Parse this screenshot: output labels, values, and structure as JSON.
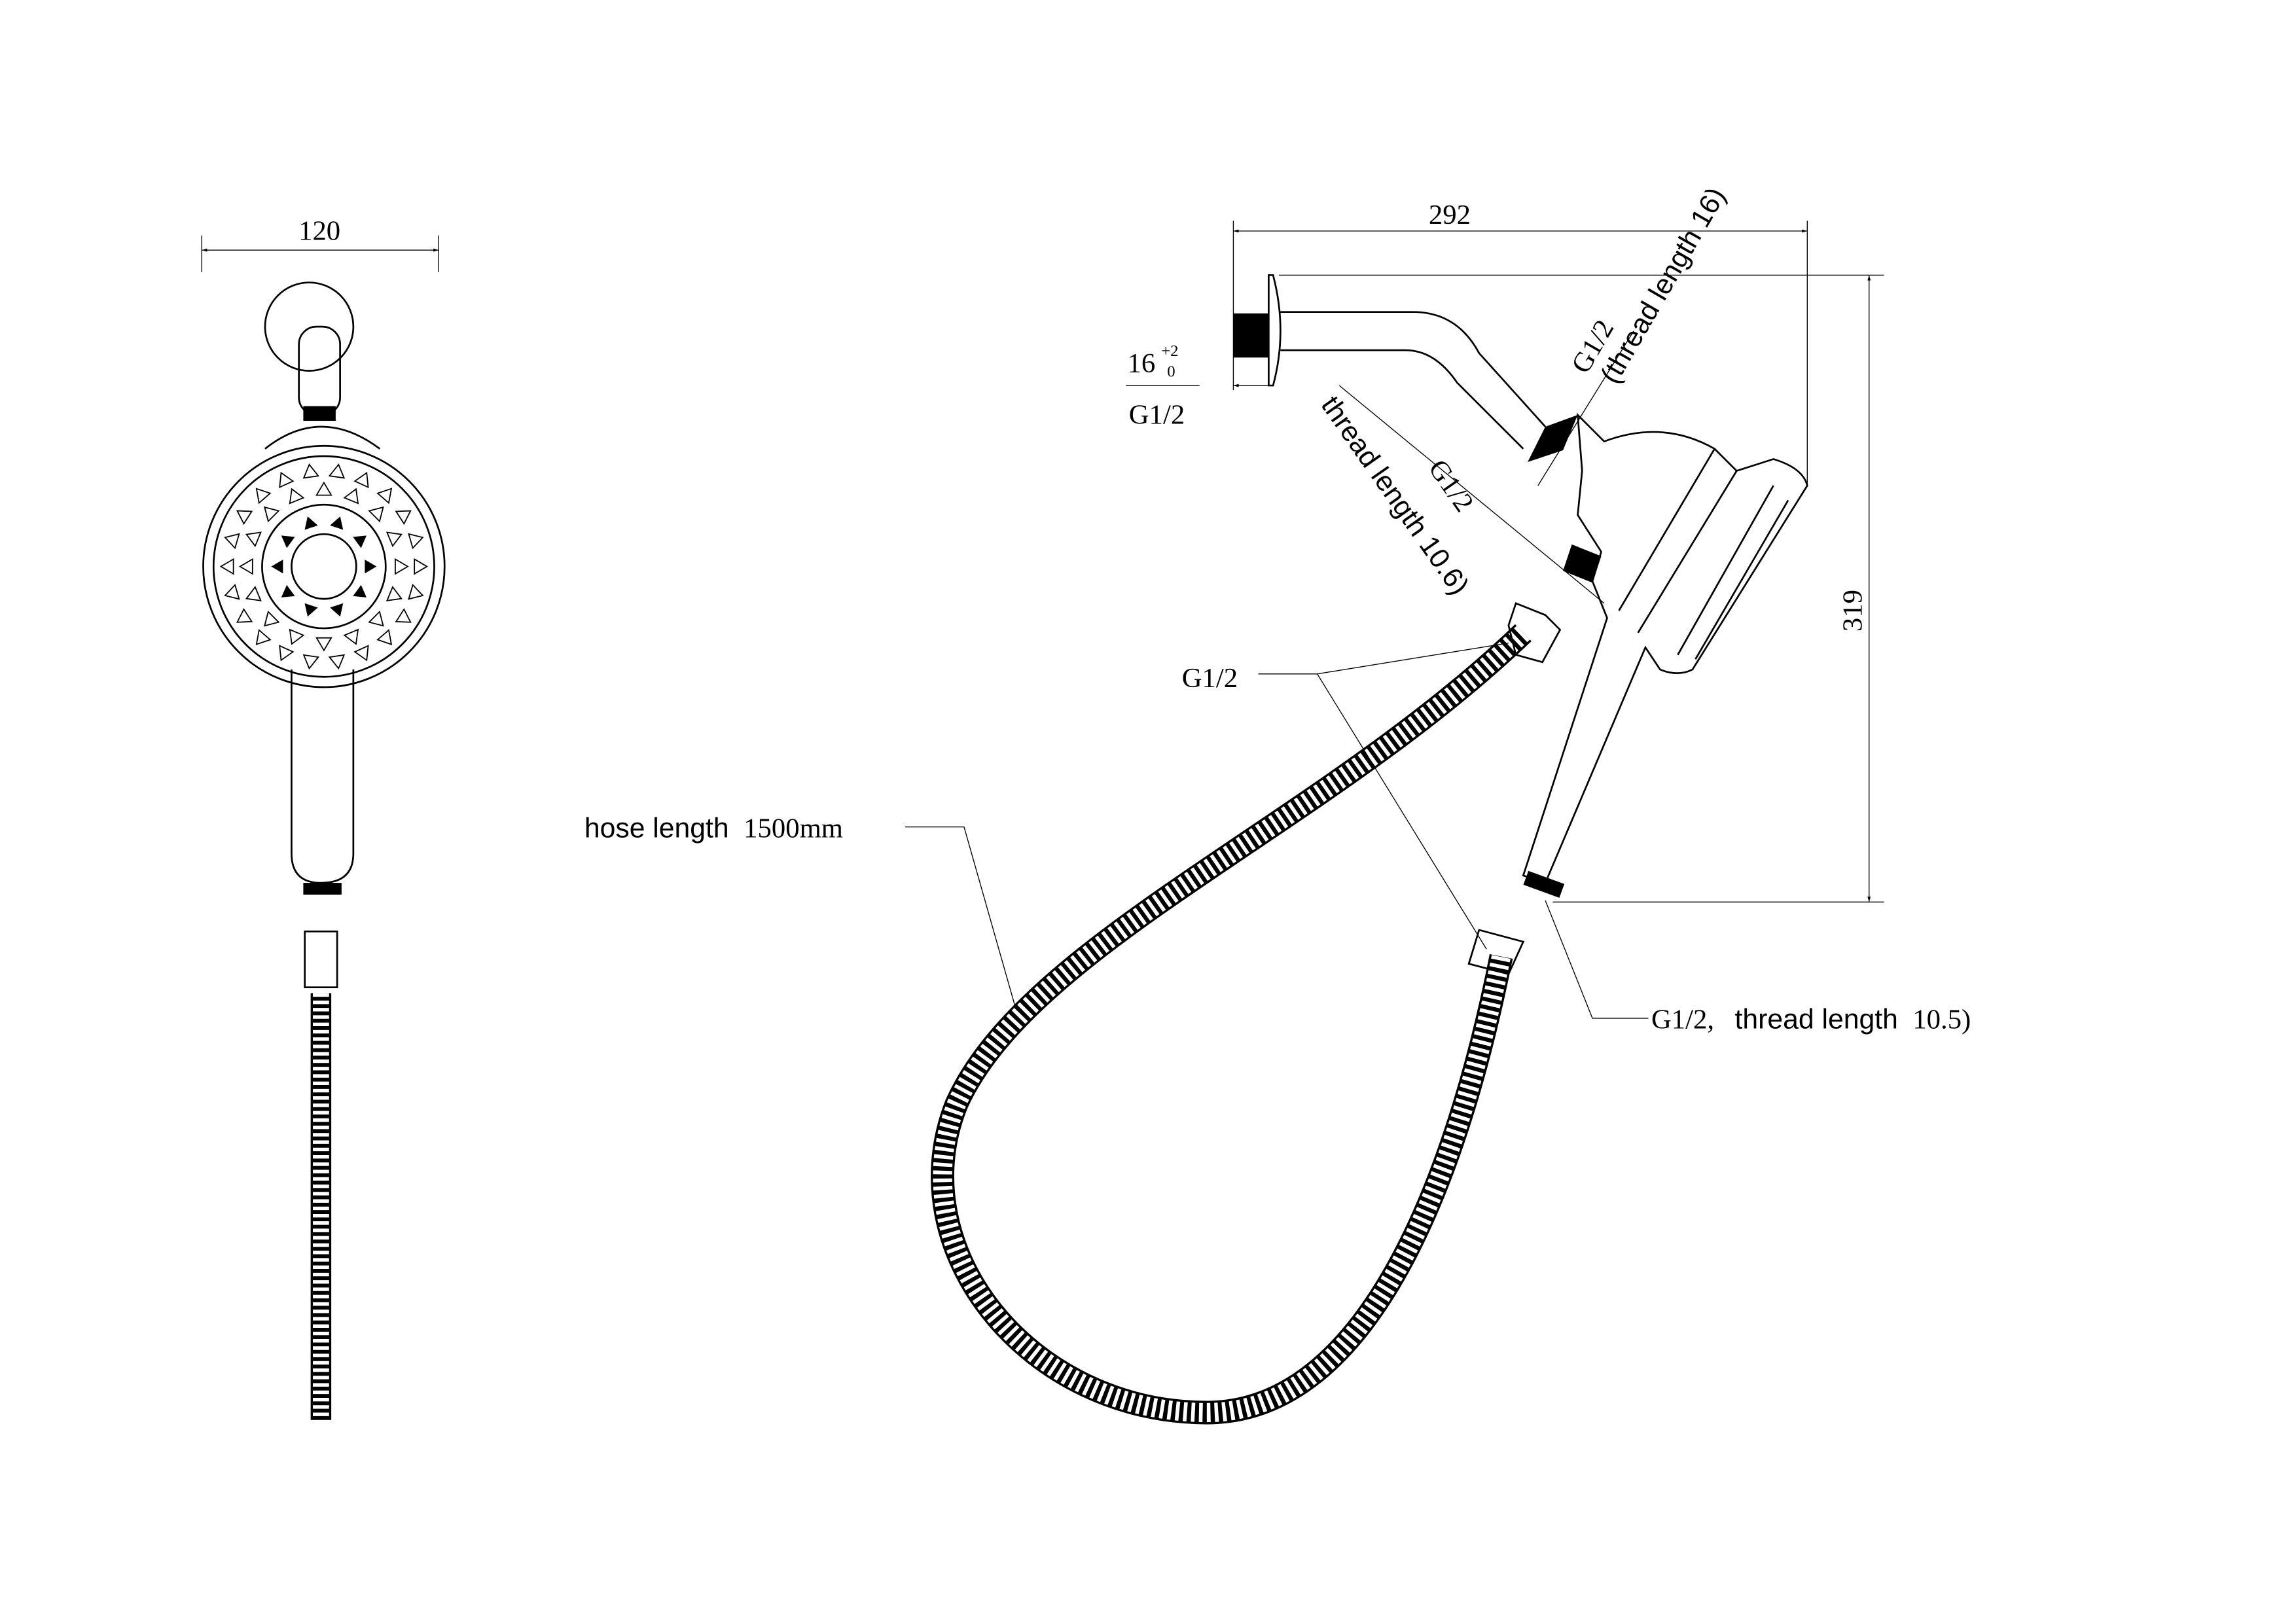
{
  "front_view": {
    "width_dim": "120"
  },
  "side_view": {
    "arm_length_dim": "292",
    "height_dim": "319",
    "wall_thread_depth": "16",
    "wall_thread_tol_upper": "+2",
    "wall_thread_tol_lower": "0",
    "wall_thread_size": "G1/2",
    "arm_outlet_thread": "G1/2",
    "arm_outlet_thread_note": "(thread length 16)",
    "mount_inlet_thread": "G1/2",
    "mount_inlet_thread_note": "thread length 10.6)",
    "hose_end_thread": "G1/2",
    "hose_label": "hose length",
    "hose_length": "1500mm",
    "handle_thread_note_prefix": "G1/2,",
    "handle_thread_note": "thread length",
    "handle_thread_value": "10.5)"
  }
}
